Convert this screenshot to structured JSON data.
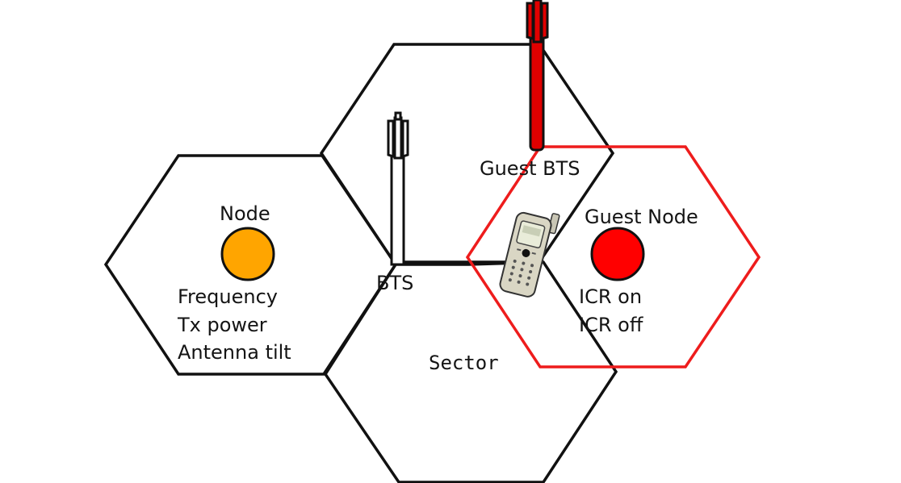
{
  "labels": {
    "node": "Node",
    "guest_node": "Guest Node",
    "bts": "BTS",
    "guest_bts": "Guest BTS",
    "sector": "Sector",
    "node_params": [
      "Frequency",
      "Tx power",
      "Antenna tilt"
    ],
    "guest_params": [
      "ICR on",
      "ICR off"
    ]
  },
  "icons": {
    "bts_tower": "antenna-tower-icon",
    "guest_bts_tower": "antenna-tower-icon",
    "phone": "mobile-phone-icon"
  },
  "colors": {
    "node": "#FFA500",
    "guest_node": "#FF0000",
    "guest_cell_stroke": "#EE1C1C",
    "guest_tower": "#E00000",
    "cell_stroke": "#111111"
  }
}
